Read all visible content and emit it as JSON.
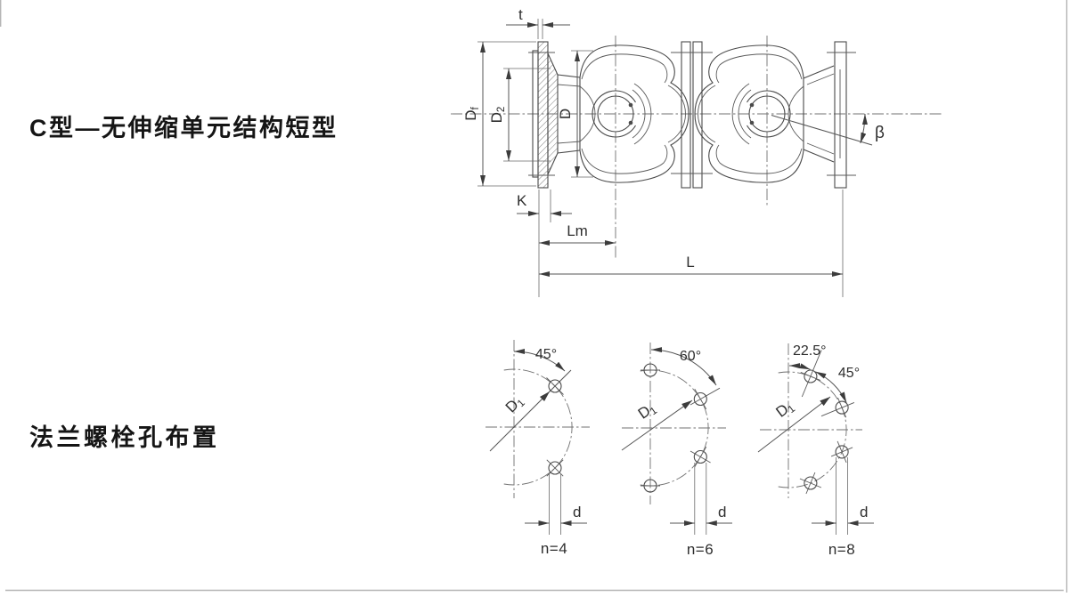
{
  "titles": {
    "structure": "C型—无伸缩单元结构短型",
    "flange": "法兰螺栓孔布置"
  },
  "main_drawing": {
    "dims": {
      "t": "t",
      "Df_main": "D",
      "Df_sub": "f",
      "D2_main": "D",
      "D2_sub": "2",
      "D": "D",
      "K": "K",
      "Lm": "Lm",
      "L": "L",
      "beta": "β"
    }
  },
  "bolt_diagrams": {
    "d1_main": "D",
    "d1_sub": "1",
    "d": "d",
    "items": [
      {
        "angle1": "45°",
        "n": "n=4",
        "hole_count": 4,
        "hole_angles_deg": [
          45,
          -45
        ]
      },
      {
        "angle1": "60°",
        "n": "n=6",
        "hole_count": 6,
        "hole_angles_deg": [
          90,
          30,
          -30,
          -90
        ]
      },
      {
        "angle1": "22.5°",
        "angle2": "45°",
        "n": "n=8",
        "hole_count": 8,
        "hole_angles_deg": [
          67.5,
          22.5,
          -22.5,
          -67.5
        ]
      }
    ]
  }
}
